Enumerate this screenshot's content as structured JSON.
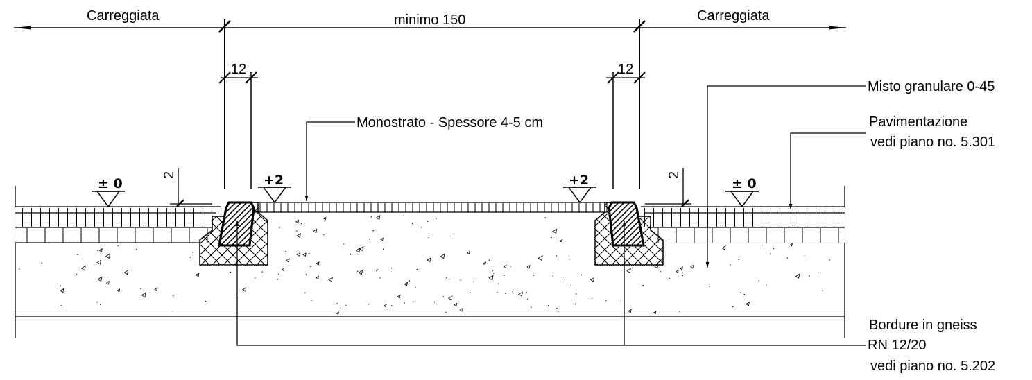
{
  "dimensions": {
    "left_carriageway": "Carreggiata",
    "center_width": "minimo 150",
    "right_carriageway": "Carreggiata",
    "left_curb_width": "12",
    "right_curb_width": "12",
    "left_step": "2",
    "right_step": "2"
  },
  "elevations": {
    "left_road": "± 0",
    "left_median": "+2",
    "right_median": "+2",
    "right_road": "± 0"
  },
  "callouts": {
    "monostrato": "Monostrato - Spessore 4-5 cm",
    "misto": "Misto granulare 0-45",
    "pav_line1": "Pavimentazione",
    "pav_line2": "vedi piano no. 5.301",
    "bord_line1": "Bordure in gneiss",
    "bord_line2": "RN 12/20",
    "bord_line3": "vedi piano no. 5.202"
  }
}
